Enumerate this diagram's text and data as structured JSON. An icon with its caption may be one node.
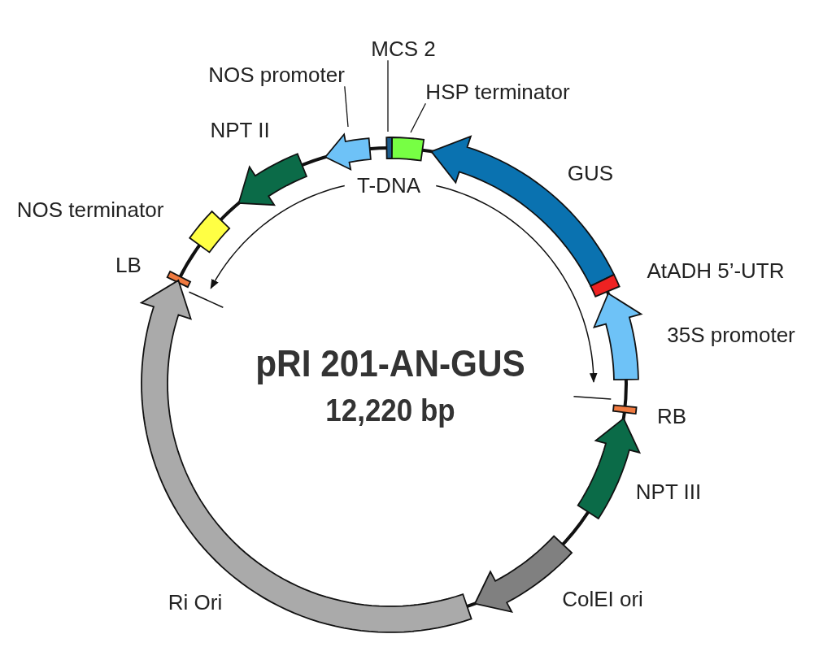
{
  "diagram": {
    "nodes": [
      {
        "text": [
          "pRI 201-AN-GUS",
          "12,220 bp"
        ]
      },
      {
        "text": [
          "MCS 2"
        ]
      },
      {
        "text": [
          "NOS promoter"
        ]
      },
      {
        "text": [
          "HSP terminator"
        ]
      },
      {
        "text": [],
        "shape": "arrow"
      },
      {
        "text": [],
        "shape": "bar"
      },
      {
        "text": [],
        "shape": "box"
      },
      {
        "text": [
          "NPT II"
        ]
      },
      {
        "text": [
          "GUS"
        ]
      },
      {
        "text": [
          "NOS terminator"
        ]
      },
      {
        "text": [
          "LB"
        ]
      },
      {
        "text": [
          "AtADH 5’-UTR"
        ]
      },
      {
        "text": [
          "35S promoter"
        ]
      },
      {
        "text": [
          "RB"
        ]
      },
      {
        "text": [
          "NPT III"
        ]
      },
      {
        "text": [
          "ColEI ori"
        ]
      },
      {
        "text": [
          "Ri Ori"
        ]
      }
    ],
    "edges": [
      {
        "from": 1,
        "to": 5,
        "arrow": "none"
      },
      {
        "from": 2,
        "to": 4,
        "arrow": "none"
      },
      {
        "from": 3,
        "to": 6,
        "arrow": "none"
      }
    ],
    "labels": [
      "T-DNA"
    ]
  }
}
